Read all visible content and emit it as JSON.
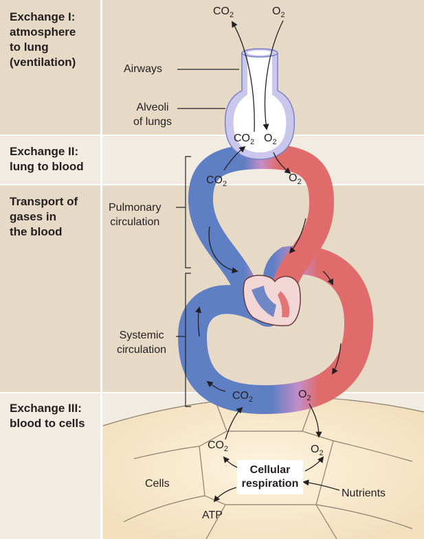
{
  "sections": {
    "exchange_1": "Exchange I:\natmosphere\nto lung\n(ventilation)",
    "exchange_2": "Exchange II:\nlung to blood",
    "transport": "Transport of\ngases in\nthe blood",
    "exchange_3": "Exchange III:\nblood to cells"
  },
  "labels": {
    "airways": "Airways",
    "alveoli": "Alveoli\nof lungs",
    "pulmonary": "Pulmonary\ncirculation",
    "systemic": "Systemic\ncirculation",
    "cells": "Cells",
    "nutrients": "Nutrients",
    "atp": "ATP",
    "cellular_respiration": "Cellular\nrespiration"
  },
  "gases": {
    "co2_base": "CO",
    "o2_base": "O",
    "subscript": "2"
  },
  "colors": {
    "oxygenated": "#e06b6b",
    "deoxygenated": "#5f7fc4",
    "transition": "#c58cc8",
    "alveolus_fill": "#ffffff",
    "alveolus_edge": "#7a7fc4",
    "cell_fill": "#faebd0"
  }
}
